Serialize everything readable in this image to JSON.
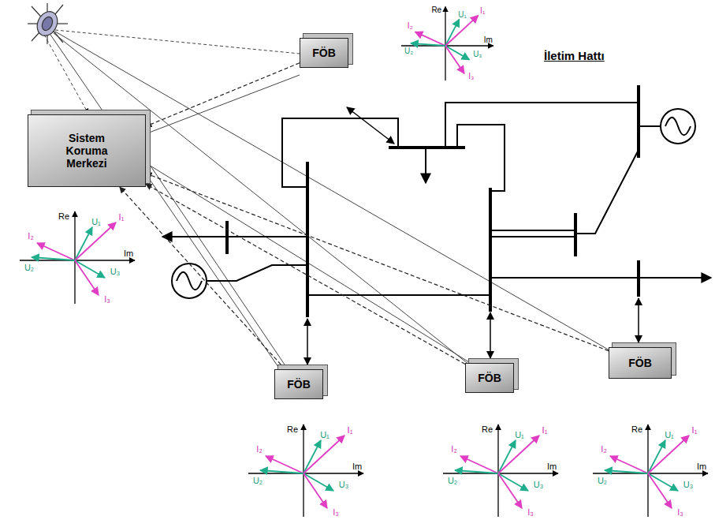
{
  "diagram": {
    "nodes": [
      {
        "text": [
          "FÖB"
        ]
      },
      {
        "text": [
          "Sistem Koruma Merkezi"
        ]
      },
      {
        "text": [
          "FÖB"
        ]
      },
      {
        "text": [
          "FÖB"
        ]
      },
      {
        "text": [
          "FÖB"
        ]
      }
    ],
    "edges": [
      {
        "from": 0,
        "to": 1,
        "arrow": "to"
      },
      {
        "from": 2,
        "to": 1,
        "arrow": "to"
      },
      {
        "from": 3,
        "to": 1,
        "arrow": "to"
      },
      {
        "from": 4,
        "to": 1,
        "arrow": "to"
      }
    ],
    "labels": [
      "İletim Hattı",
      "Re",
      "Im",
      "U₁",
      "I₁",
      "I₂",
      "U₂",
      "U₃",
      "I₃",
      "Re",
      "Im",
      "U₁",
      "I₁",
      "I₂",
      "U₂",
      "U₃",
      "I₃",
      "Re",
      "Im",
      "U₁",
      "I₁",
      "I₂",
      "U₂",
      "U₃",
      "I₃",
      "Re",
      "Im",
      "U₁",
      "I₁",
      "I₂",
      "U₂",
      "U₃",
      "I₃",
      "Re",
      "Im",
      "U₁",
      "I₁",
      "I₂",
      "U₂",
      "U₃",
      "I₃"
    ]
  }
}
